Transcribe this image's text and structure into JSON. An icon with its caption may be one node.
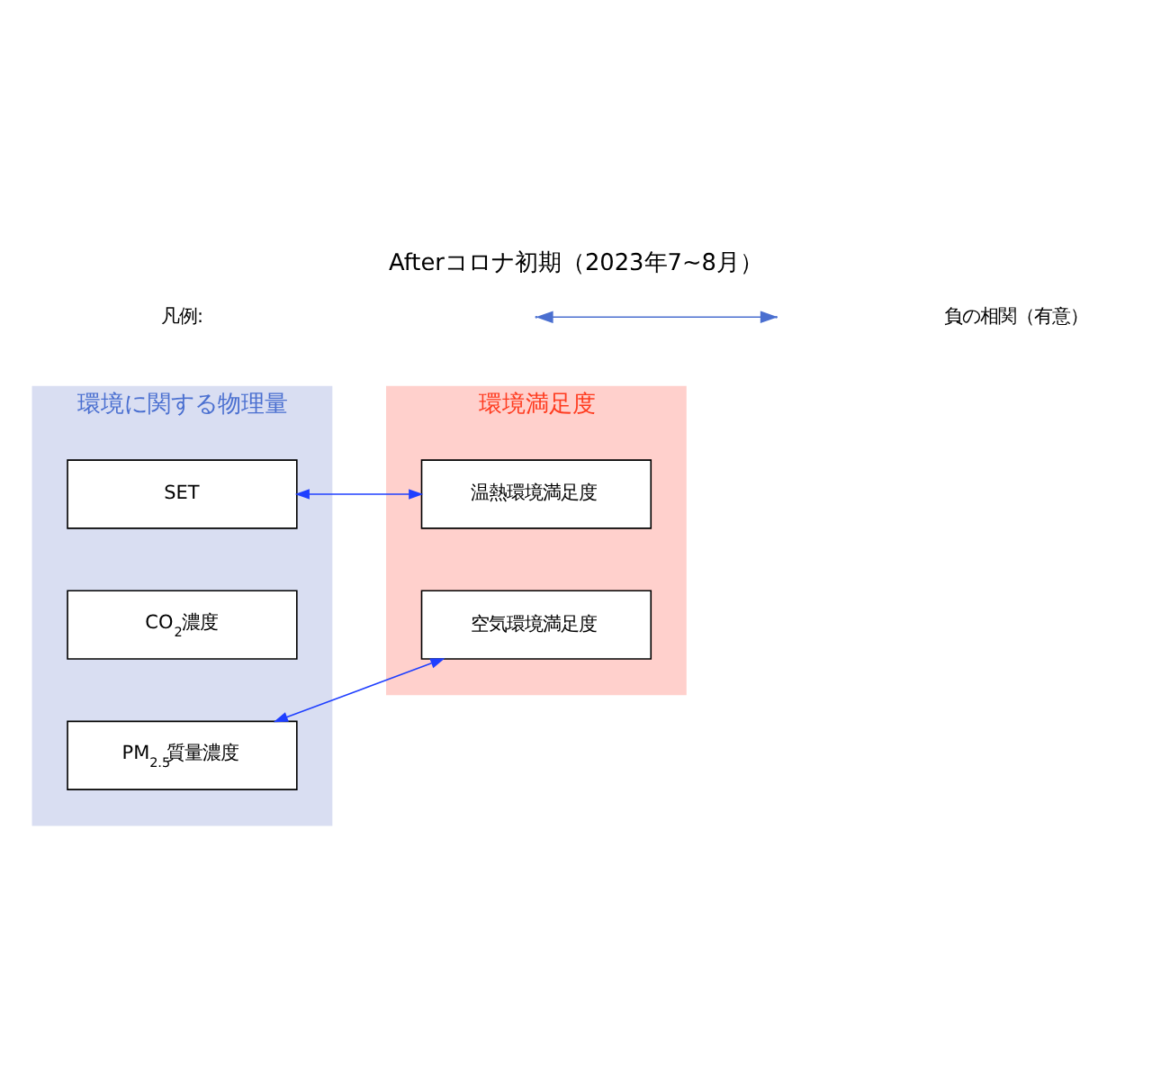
{
  "diagram": {
    "title": "Afterコロナ初期（2023年7~8月）",
    "nodes": [
      {
        "text": [
          "環境に関する物理量"
        ]
      },
      {
        "text": [
          "SET"
        ],
        "in": 0
      },
      {
        "text": [
          "CO$_{2}$濃度"
        ],
        "in": 0
      },
      {
        "text": [
          "PM$_{2.5}$質量濃度"
        ],
        "in": 0
      },
      {
        "text": [
          "環境満足度"
        ]
      },
      {
        "text": [
          "温熱環境満足度"
        ],
        "in": 4
      },
      {
        "text": [
          "空気環境満足度"
        ],
        "in": 4
      }
    ],
    "edges": [
      {
        "from": 1,
        "to": 5,
        "arrow": "both",
        "color": "#1f3fff"
      },
      {
        "from": 3,
        "to": 6,
        "arrow": "both",
        "color": "#1f3fff"
      }
    ],
    "labels": [
      "凡例:"
    ],
    "legend": [
      {
        "text": "負の相関（有意）"
      }
    ]
  }
}
